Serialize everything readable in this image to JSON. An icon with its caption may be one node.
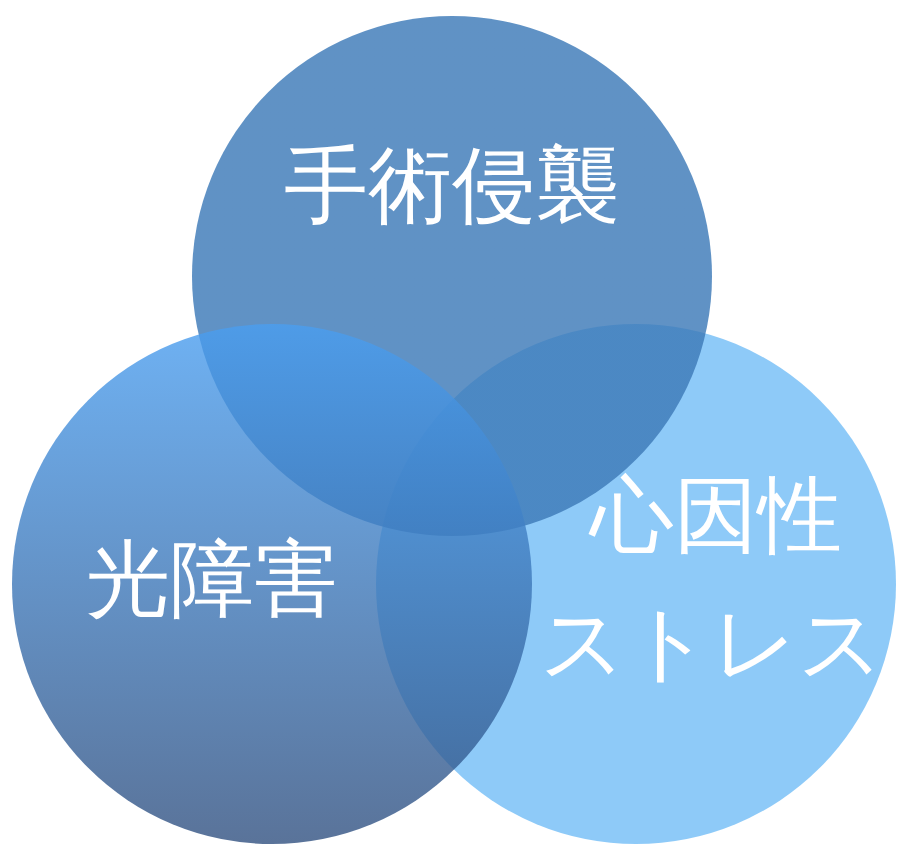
{
  "diagram": {
    "nodes": [
      {
        "text": [
          "手術侵襲"
        ]
      },
      {
        "text": [
          "光障害"
        ]
      },
      {
        "text": [
          "心因性ストレス"
        ]
      }
    ]
  }
}
